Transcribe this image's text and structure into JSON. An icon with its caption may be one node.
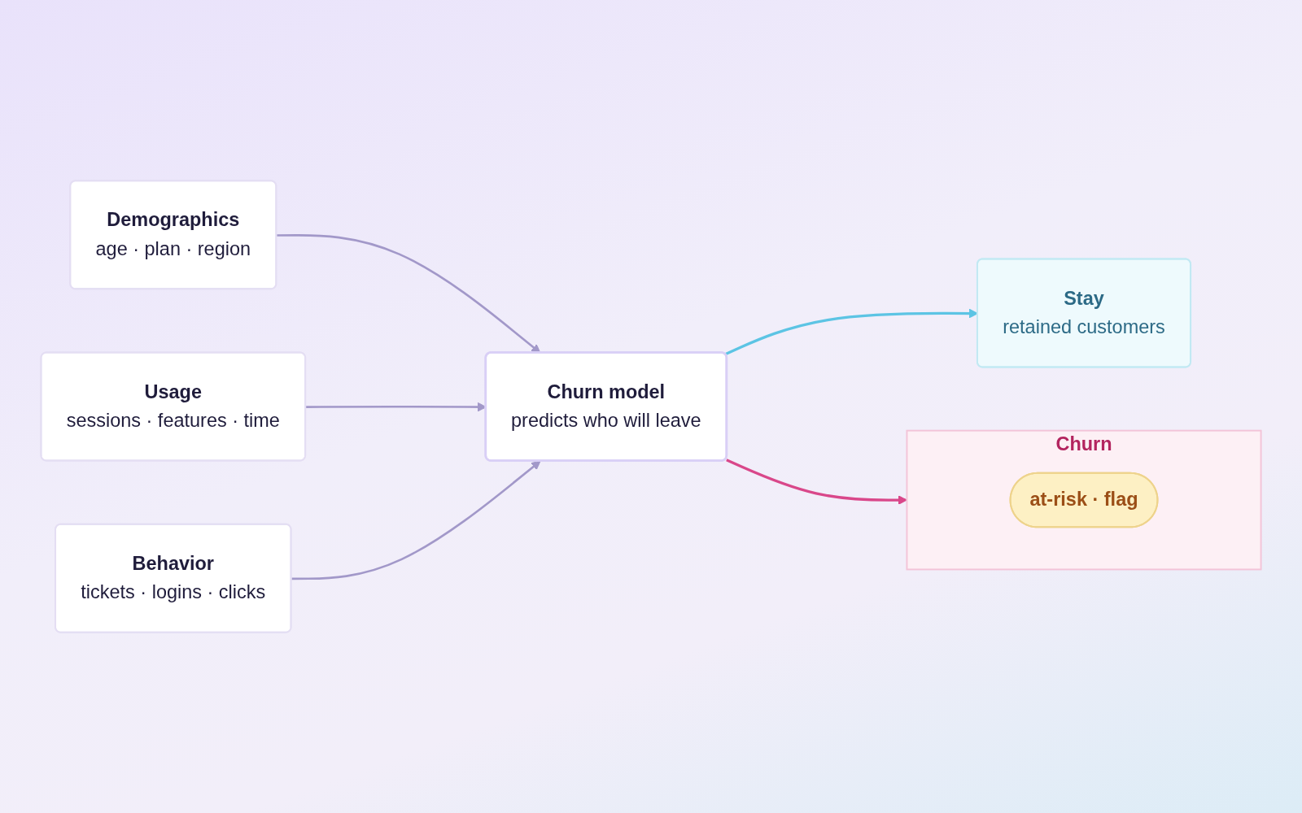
{
  "diagram": {
    "nodes": [
      {
        "text": [
          "Demographics",
          "age · plan · region"
        ]
      },
      {
        "text": [
          "Usage",
          "sessions · features · time"
        ]
      },
      {
        "text": [
          "Behavior",
          "tickets · logins · clicks"
        ]
      },
      {
        "text": [
          "Churn model",
          "predicts who will leave"
        ]
      },
      {
        "text": [
          "Stay",
          "retained customers"
        ]
      },
      {
        "text": [
          "Churn"
        ]
      },
      {
        "text": [
          "at-risk · flag"
        ],
        "in": 5
      }
    ],
    "edges": [
      {
        "from": 0,
        "to": 3,
        "arrow": "to"
      },
      {
        "from": 1,
        "to": 3,
        "arrow": "to"
      },
      {
        "from": 2,
        "to": 3,
        "arrow": "to"
      },
      {
        "from": 3,
        "to": 4,
        "arrow": "to",
        "color": "#5cc4e4"
      },
      {
        "from": 3,
        "to": 5,
        "arrow": "to",
        "color": "#d9478a"
      }
    ]
  }
}
